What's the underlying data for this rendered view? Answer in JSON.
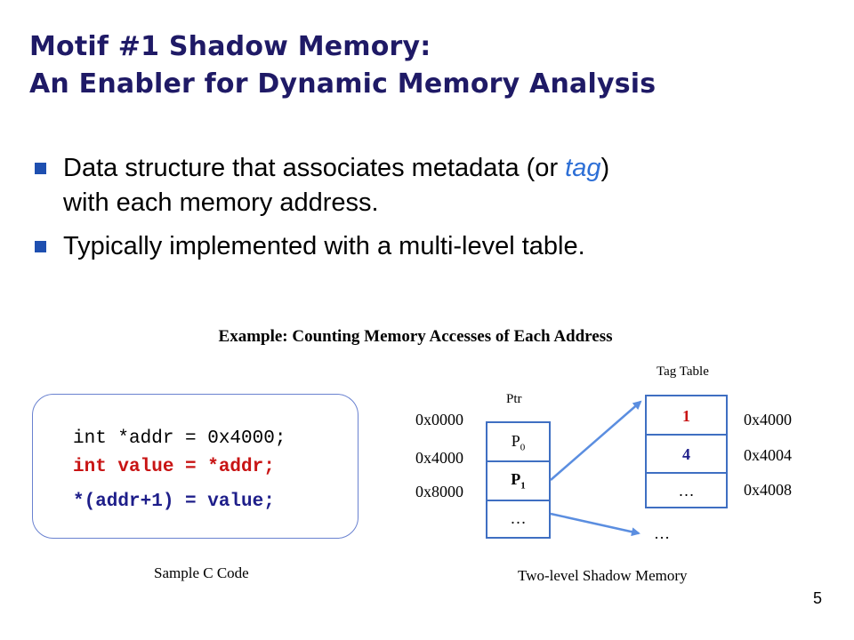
{
  "slide": {
    "title_line1": "Motif #1 Shadow Memory:",
    "title_line2": "An Enabler for Dynamic Memory Analysis",
    "bullet1_a": "Data structure that associates metadata (or ",
    "bullet1_tag": "tag",
    "bullet1_b": ")",
    "bullet1_c": "with each memory address.",
    "bullet2": "Typically implemented with a multi-level table.",
    "page_number": "5"
  },
  "example": {
    "title": "Example: Counting Memory Accesses of Each Address",
    "code_line1": "int *addr = 0x4000;",
    "code_line2": "int value = *addr;",
    "code_line3": "*(addr+1) = value;",
    "code_caption": "Sample C Code",
    "shadow_caption": "Two-level Shadow Memory"
  },
  "ptr_table": {
    "header": "Ptr",
    "addresses": [
      "0x0000",
      "0x4000",
      "0x8000"
    ],
    "cells": [
      "P",
      "P",
      "…"
    ],
    "cell_subscripts": [
      "0",
      "1"
    ]
  },
  "tag_table": {
    "header": "Tag Table",
    "cells": [
      "1",
      "4",
      "…"
    ],
    "addresses": [
      "0x4000",
      "0x4004",
      "0x4008"
    ],
    "below": "…"
  },
  "colors": {
    "title": "#1f1a66",
    "bullet_square": "#1e4fb0",
    "tag_word": "#2d6fd6",
    "code_red": "#c81414",
    "code_blue": "#1e1e8a",
    "table_border": "#3f6fc2",
    "arrow": "#5b8ee0"
  }
}
